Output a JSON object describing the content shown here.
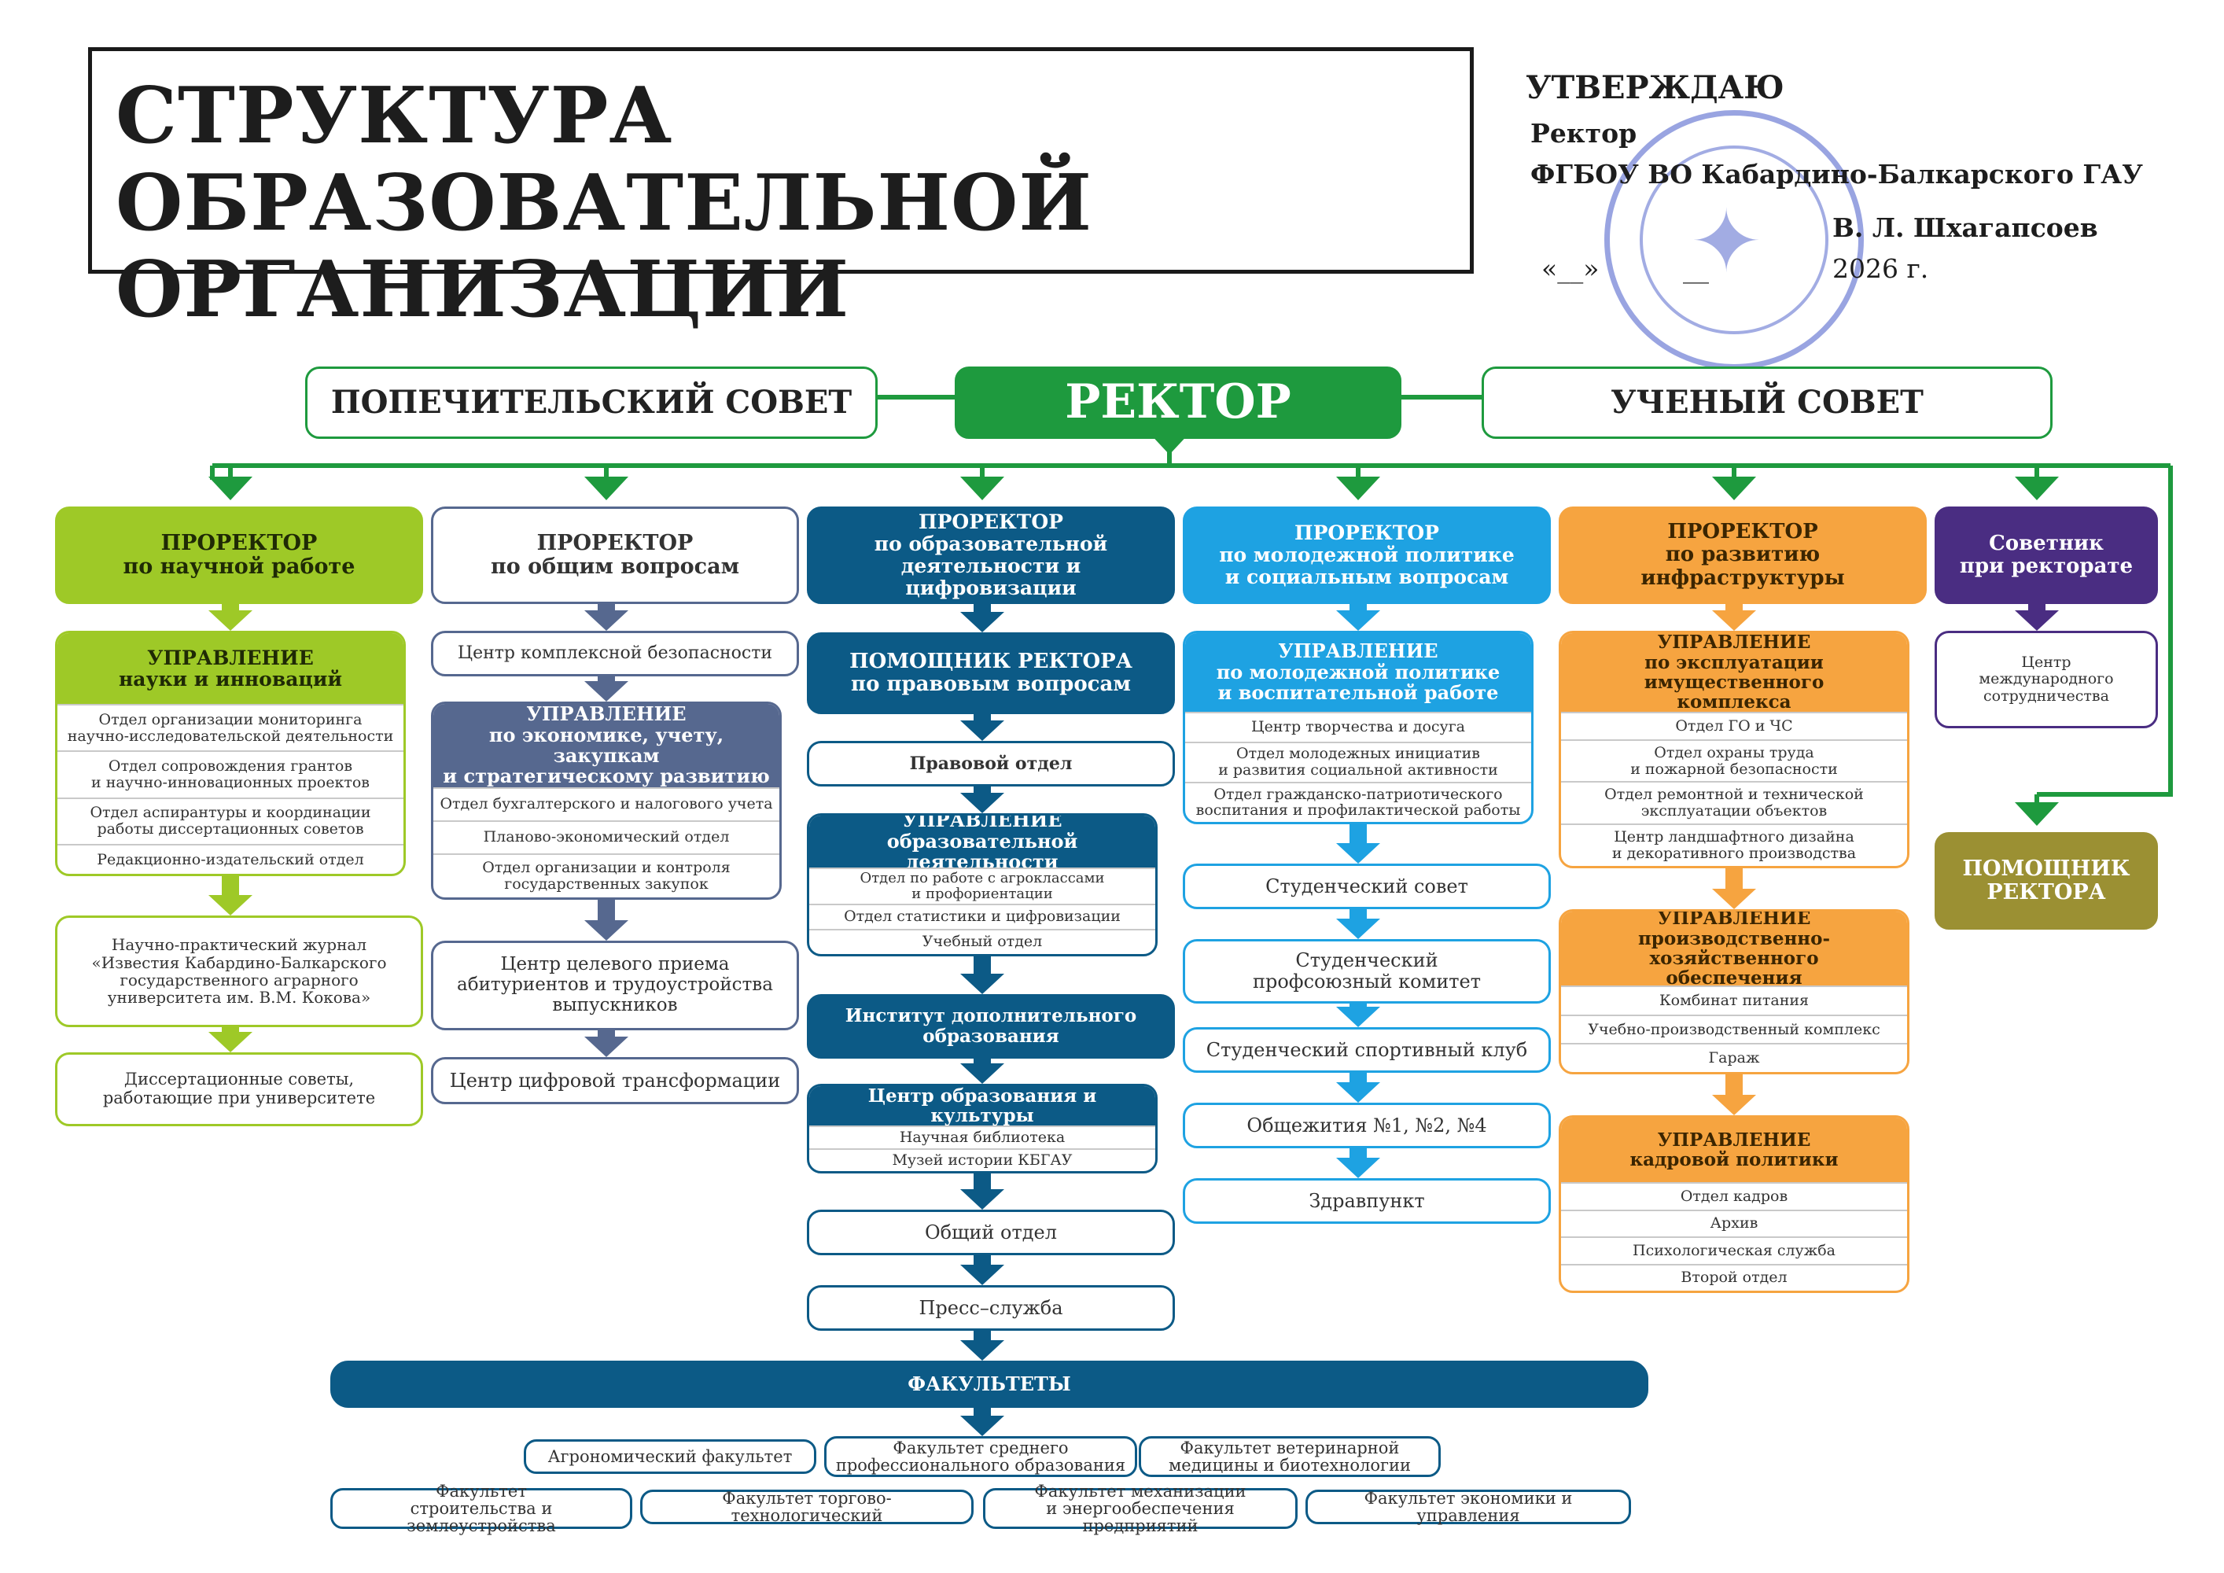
{
  "header": {
    "title_line1": "СТРУКТУРА ОБРАЗОВАТЕЛЬНОЙ",
    "title_line2": "ОРГАНИЗАЦИИ"
  },
  "approval": {
    "approve": "УТВЕРЖДАЮ",
    "position": "Ректор",
    "org": "ФГБОУ ВО Кабардино-Балкарского ГАУ",
    "signature_name": "В. Л. Шхагапсоев",
    "date_day": "«__»",
    "date_month": "__",
    "date_year": "2026 г."
  },
  "top": {
    "trustees": "ПОПЕЧИТЕЛЬСКИЙ СОВЕТ",
    "rector": "РЕКТОР",
    "academic_council": "УЧЕНЫЙ СОВЕТ"
  },
  "col1": {
    "head": "ПРОРЕКТОР\nпо научной работе",
    "group_title": "УПРАВЛЕНИЕ\nнауки и инноваций",
    "group_items": [
      "Отдел организации мониторинга\nнаучно-исследовательской деятельности",
      "Отдел сопровождения грантов\nи научно-инновационных проектов",
      "Отдел аспирантуры и координации\nработы диссертационных советов",
      "Редакционно-издательский отдел"
    ],
    "journal": "Научно-практический журнал\n«Известия Кабардино-Балкарского\nгосударственного аграрного\nуниверситета им. В.М. Кокова»",
    "councils": "Диссертационные советы,\nработающие при университете"
  },
  "col2": {
    "head": "ПРОРЕКТОР\nпо общим вопросам",
    "security": "Центр комплексной безопасности",
    "group_title": "УПРАВЛЕНИЕ\nпо экономике, учету, закупкам\nи стратегическому развитию",
    "group_items": [
      "Отдел бухгалтерского и налогового учета",
      "Планово-экономический отдел",
      "Отдел организации и контроля\nгосударственных закупок"
    ],
    "admission": "Центр целевого приема\nабитуриентов и трудоустройства\nвыпускников",
    "digital": "Центр цифровой трансформации"
  },
  "col3": {
    "head": "ПРОРЕКТОР\nпо образовательной\nдеятельности и цифровизации",
    "assistant_legal": "ПОМОЩНИК РЕКТОРА\nпо правовым вопросам",
    "legal_dept": "Правовой отдел",
    "edu_title": "УПРАВЛЕНИЕ\nобразовательной деятельности",
    "edu_items": [
      "Отдел по работе с агроклассами\nи профориентации",
      "Отдел статистики и цифровизации",
      "Учебный отдел"
    ],
    "dpo": "Институт дополнительного\nобразования",
    "culture_title": "Центр образования и культуры",
    "culture_items": [
      "Научная библиотека",
      "Музей истории КБГАУ"
    ],
    "general": "Общий отдел",
    "press": "Пресс–служба"
  },
  "col4": {
    "head": "ПРОРЕКТОР\nпо молодежной политике\nи социальным вопросам",
    "group_title": "УПРАВЛЕНИЕ\nпо молодежной политике\nи воспитательной работе",
    "group_items": [
      "Центр творчества и досуга",
      "Отдел молодежных инициатив\nи развития социальной активности",
      "Отдел гражданско-патриотического\nвоспитания и профилактической работы"
    ],
    "student_council": "Студенческий совет",
    "union": "Студенческий\nпрофсоюзный комитет",
    "sport": "Студенческий спортивный клуб",
    "dorms": "Общежития №1, №2, №4",
    "health": "Здравпункт"
  },
  "col5": {
    "head": "ПРОРЕКТОР\nпо развитию инфраструктуры",
    "prop_title": "УПРАВЛЕНИЕ\nпо эксплуатации имущественного\nкомплекса",
    "prop_items": [
      "Отдел ГО и ЧС",
      "Отдел охраны труда\nи пожарной безопасности",
      "Отдел ремонтной и технической\nэксплуатации объектов",
      "Центр ландшафтного дизайна\nи декоративного производства"
    ],
    "prod_title": "УПРАВЛЕНИЕ\nпроизводственно-хозяйственного\nобеспечения",
    "prod_items": [
      "Комбинат питания",
      "Учебно-производственный комплекс",
      "Гараж"
    ],
    "hr_title": "УПРАВЛЕНИЕ\nкадровой политики",
    "hr_items": [
      "Отдел кадров",
      "Архив",
      "Психологическая служба",
      "Второй отдел"
    ]
  },
  "col6": {
    "head": "Советник\nпри ректорате",
    "intl": "Центр\nмеждународного\nсотрудничества",
    "assistant": "ПОМОЩНИК\nРЕКТОРА"
  },
  "faculties": {
    "title": "ФАКУЛЬТЕТЫ",
    "items": [
      "Агрономический факультет",
      "Факультет среднего\nпрофессионального образования",
      "Факультет ветеринарной\nмедицины и биотехнологии",
      "Факультет\nстроительства и землеустройства",
      "Факультет торгово-технологический",
      "Факультет механизации\nи энергообеспечения предприятий",
      "Факультет экономики и управления"
    ]
  },
  "colors": {
    "green_col": "#9ec927",
    "slate_col": "#56688f",
    "navy_col": "#0c5a86",
    "sky_col": "#1ea2e2",
    "orange_col": "#f6a440",
    "purple_col": "#4a2d82",
    "olive": "#9b9033",
    "rector_green": "#1e9a3e"
  }
}
